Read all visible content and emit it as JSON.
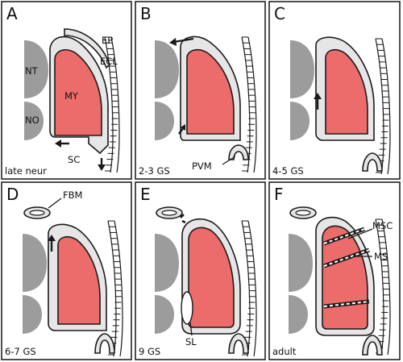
{
  "panels": [
    {
      "letter": "A",
      "stage": "late neur"
    },
    {
      "letter": "B",
      "stage": "2-3 GS"
    },
    {
      "letter": "C",
      "stage": "4-5 GS"
    },
    {
      "letter": "D",
      "stage": "6-7 GS"
    },
    {
      "letter": "E",
      "stage": "9 GS"
    },
    {
      "letter": "F",
      "stage": "adult"
    }
  ],
  "labels": {
    "nt": "NT",
    "no": "NO",
    "my": "MY",
    "ep": "EP",
    "ecl": "ECL",
    "sc": "SC",
    "pvm": "PVM",
    "fbm": "FBM",
    "sl": "SL",
    "msc": "MSC",
    "ms": "MS"
  },
  "colors": {
    "myotome": "#ec6b6b",
    "ecl": "#e6e6e6",
    "neural": "#9c9c9c",
    "line": "#1a1a1a"
  }
}
